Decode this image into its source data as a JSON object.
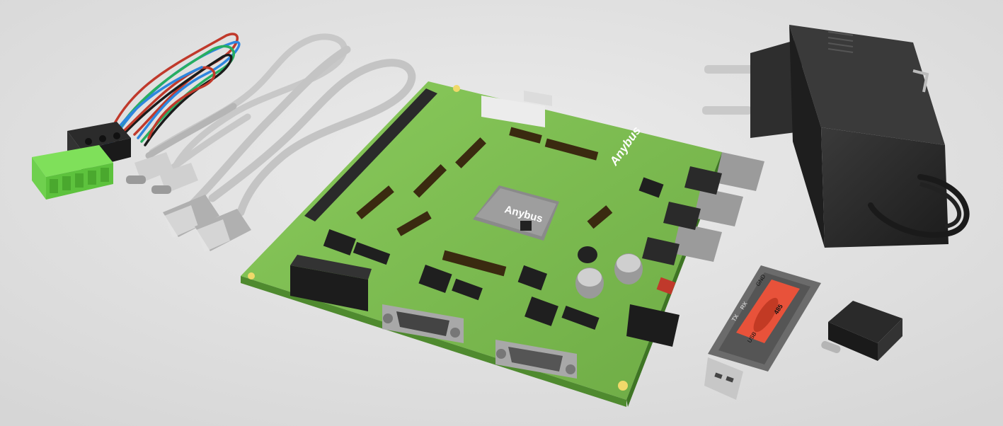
{
  "photo": {
    "board_brand": "Anybus",
    "chip_brand": "Anybus",
    "adapter_labels": {
      "gnd": "GND",
      "tx": "TX",
      "rx": "RX",
      "model": "485",
      "usb": "USB"
    }
  },
  "colors": {
    "background": "#e3e3e3",
    "pcb_green": "#7fbf52",
    "terminal_green": "#6fd04e",
    "cable_grey": "#bdbdbd",
    "psu_black": "#2a2a2a",
    "adapter_red": "#e8523a"
  }
}
